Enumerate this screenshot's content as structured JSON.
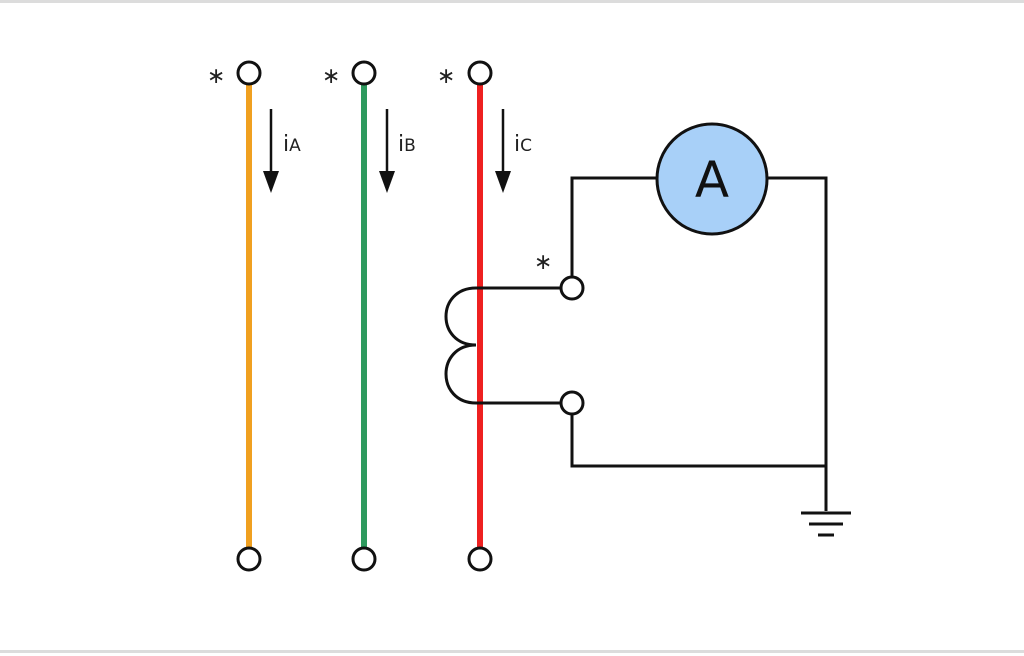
{
  "diagram": {
    "polarity_mark": "∗",
    "currents": [
      {
        "symbol": "i",
        "subscript": "A"
      },
      {
        "symbol": "i",
        "subscript": "B"
      },
      {
        "symbol": "i",
        "subscript": "C"
      }
    ],
    "meter_label": "A",
    "colors": {
      "phase_a": "#f0a020",
      "phase_b": "#2e9a5e",
      "phase_c": "#ee2020",
      "meter_fill": "#a8d0f8",
      "wire": "#111111"
    }
  }
}
